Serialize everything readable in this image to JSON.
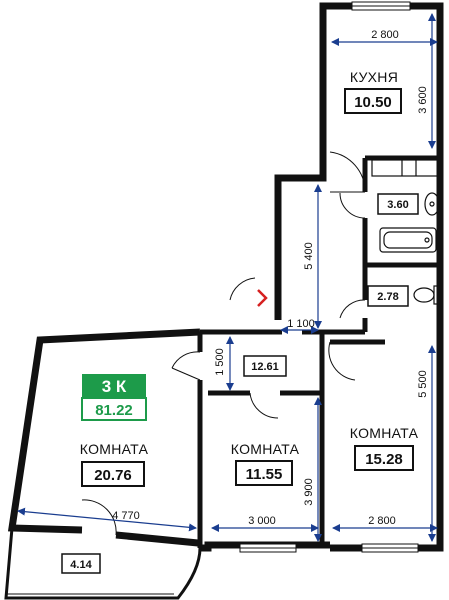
{
  "apartment": {
    "type": "3 К",
    "total_area": "81.22"
  },
  "rooms": {
    "kitchen": {
      "name": "КУХНЯ",
      "area": "10.50"
    },
    "living_left": {
      "name": "КОМНАТА",
      "area": "20.76"
    },
    "room_middle": {
      "name": "КОМНАТА",
      "area": "11.55"
    },
    "room_right": {
      "name": "КОМНАТА",
      "area": "15.28"
    },
    "bathroom": {
      "area": "3.60"
    },
    "toilet": {
      "area": "2.78"
    },
    "hall": {
      "area": "12.61"
    },
    "balcony": {
      "area": "4.14"
    }
  },
  "dimensions": {
    "kitchen_width": "2 800",
    "kitchen_length": "3 600",
    "corridor_length": "5 400",
    "corridor_width": "1 100",
    "hall_depth": "1 500",
    "room_right_length": "5 500",
    "room_middle_length": "3 900",
    "room_middle_width": "3 000",
    "room_right_width": "2 800",
    "living_width": "4 770"
  },
  "colors": {
    "wall": "#111111",
    "dimension_line": "#1a3d8f",
    "badge_type_bg": "#1d9b4a",
    "badge_area_border": "#1d9b4a",
    "door_entry": "#d62020"
  }
}
